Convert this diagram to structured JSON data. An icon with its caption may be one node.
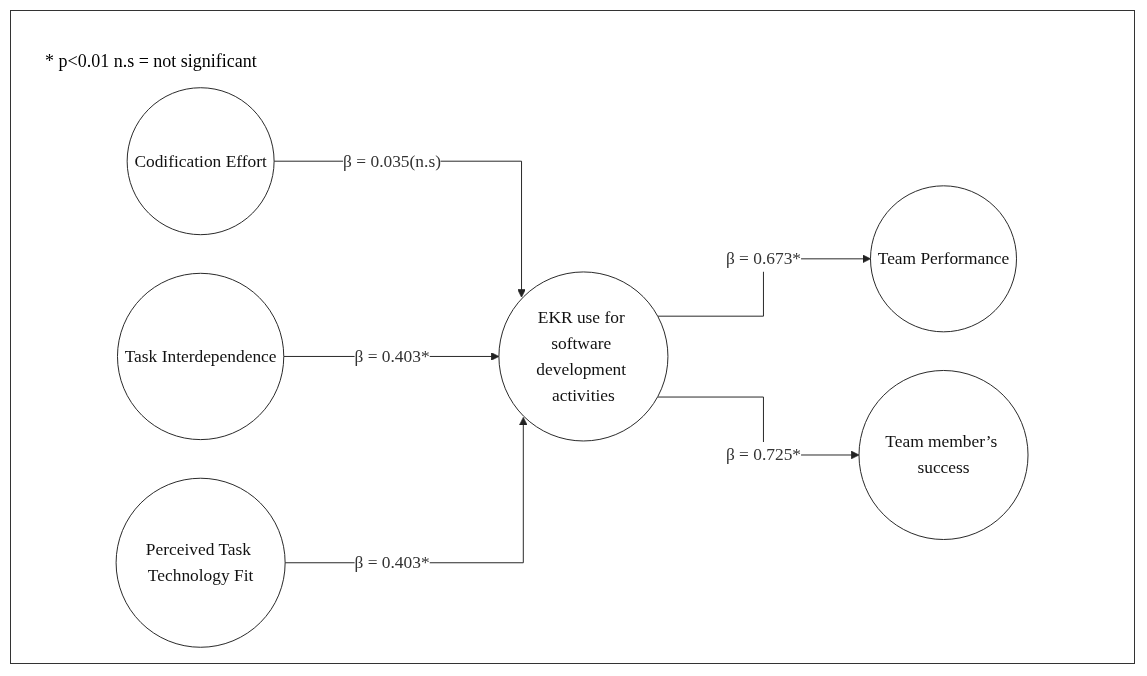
{
  "diagram": {
    "nodes": [
      {
        "text": [
          "Codification Effort"
        ]
      },
      {
        "text": [
          "Task Interdependence"
        ]
      },
      {
        "text": [
          "Perceived Task Technology Fit"
        ]
      },
      {
        "text": [
          "EKR use for software development activities"
        ]
      },
      {
        "text": [
          "Team Performance"
        ]
      },
      {
        "text": [
          "Team member’s success"
        ]
      }
    ],
    "edges": [
      {
        "from": 0,
        "to": 3,
        "arrow": "to",
        "label": "β = 0.035(n.s)"
      },
      {
        "from": 1,
        "to": 3,
        "arrow": "to",
        "label": "β = 0.403*"
      },
      {
        "from": 2,
        "to": 3,
        "arrow": "to",
        "label": "β = 0.403*"
      },
      {
        "from": 3,
        "to": 4,
        "arrow": "to",
        "label": "β = 0.673*"
      },
      {
        "from": 3,
        "to": 5,
        "arrow": "to",
        "label": "β = 0.725*"
      }
    ],
    "labels": [
      "* p<0.01 n.s = not significant"
    ]
  }
}
